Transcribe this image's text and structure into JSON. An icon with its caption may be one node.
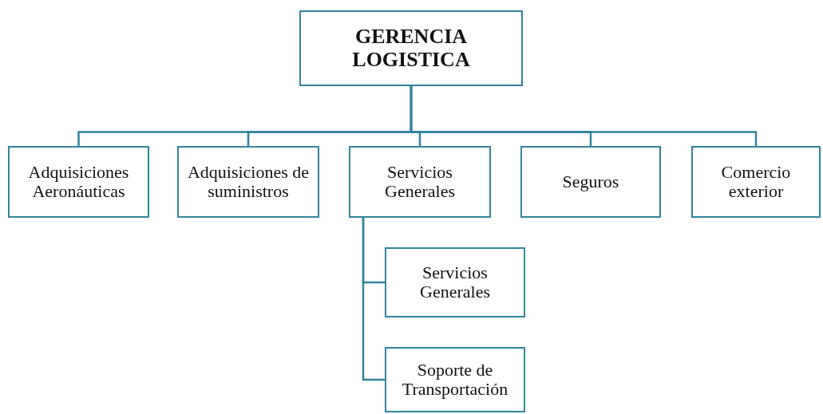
{
  "diagram": {
    "nodes": [
      {
        "text": [
          "GERENCIA LOGISTICA"
        ]
      },
      {
        "text": [
          "Adquisiciones Aeronáuticas"
        ]
      },
      {
        "text": [
          "Adquisiciones de suministros"
        ]
      },
      {
        "text": [
          "Servicios Generales"
        ]
      },
      {
        "text": [
          "Seguros"
        ]
      },
      {
        "text": [
          "Comercio exterior"
        ]
      },
      {
        "text": [
          "Servicios Generales"
        ]
      },
      {
        "text": [
          "Soporte de Transportación"
        ]
      }
    ],
    "edges": [
      {
        "from": 0,
        "to": 1,
        "arrow": "none"
      },
      {
        "from": 0,
        "to": 2,
        "arrow": "none"
      },
      {
        "from": 0,
        "to": 3,
        "arrow": "none"
      },
      {
        "from": 0,
        "to": 4,
        "arrow": "none"
      },
      {
        "from": 0,
        "to": 5,
        "arrow": "none"
      },
      {
        "from": 3,
        "to": 6,
        "arrow": "none"
      },
      {
        "from": 3,
        "to": 7,
        "arrow": "none"
      }
    ]
  }
}
